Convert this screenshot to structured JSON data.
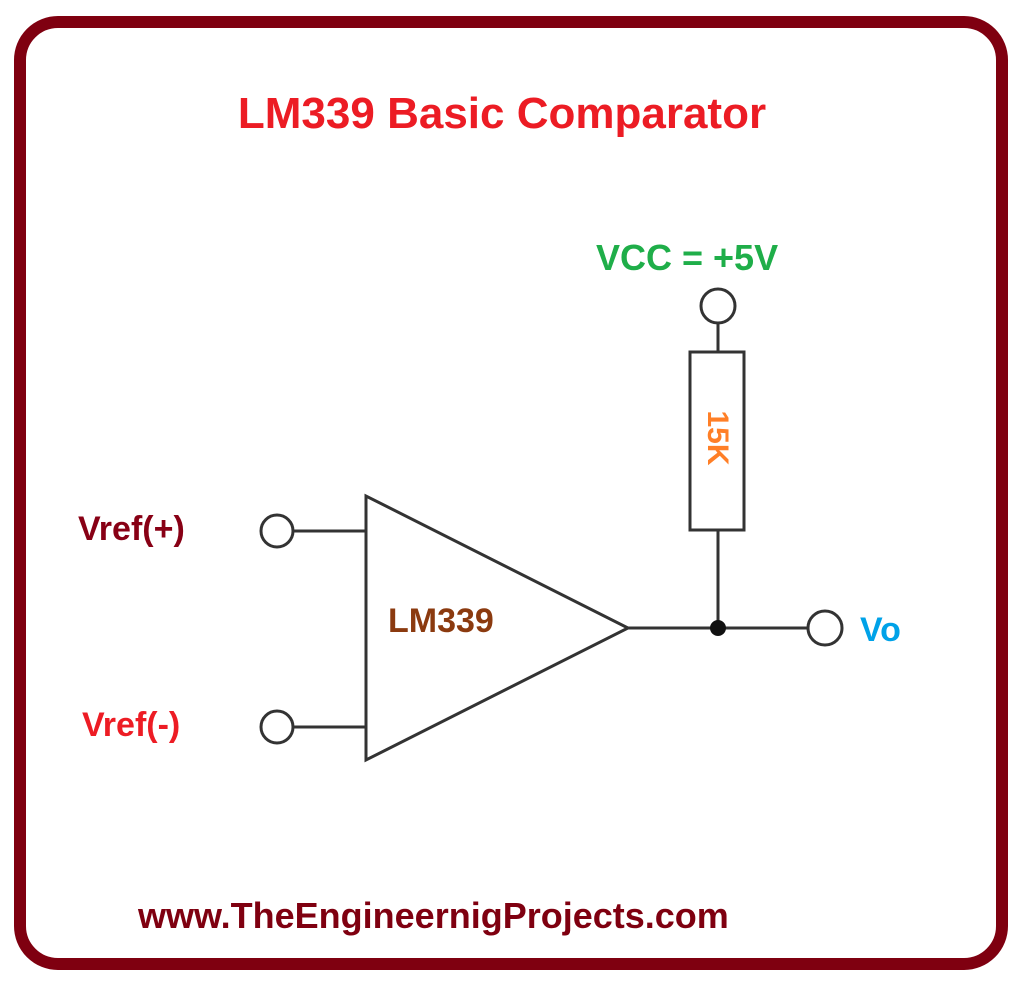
{
  "diagram": {
    "title": "LM339 Basic Comparator",
    "supply_label": "VCC = +5V",
    "resistor_value": "15K",
    "comparator_label": "LM339",
    "inputs": [
      {
        "label": "Vref(+)",
        "color": "#880015"
      },
      {
        "label": "Vref(-)",
        "color": "#ed1c24"
      }
    ],
    "output_label": "Vo",
    "footer_url": "www.TheEngineernigProjects.com",
    "colors": {
      "border": "#7f0010",
      "title": "#ec1c24",
      "supply": "#1fae49",
      "resistor_text": "#ff7f27",
      "comparator_text": "#8b3a0f",
      "output": "#00a2e8",
      "wire": "#222222"
    }
  }
}
